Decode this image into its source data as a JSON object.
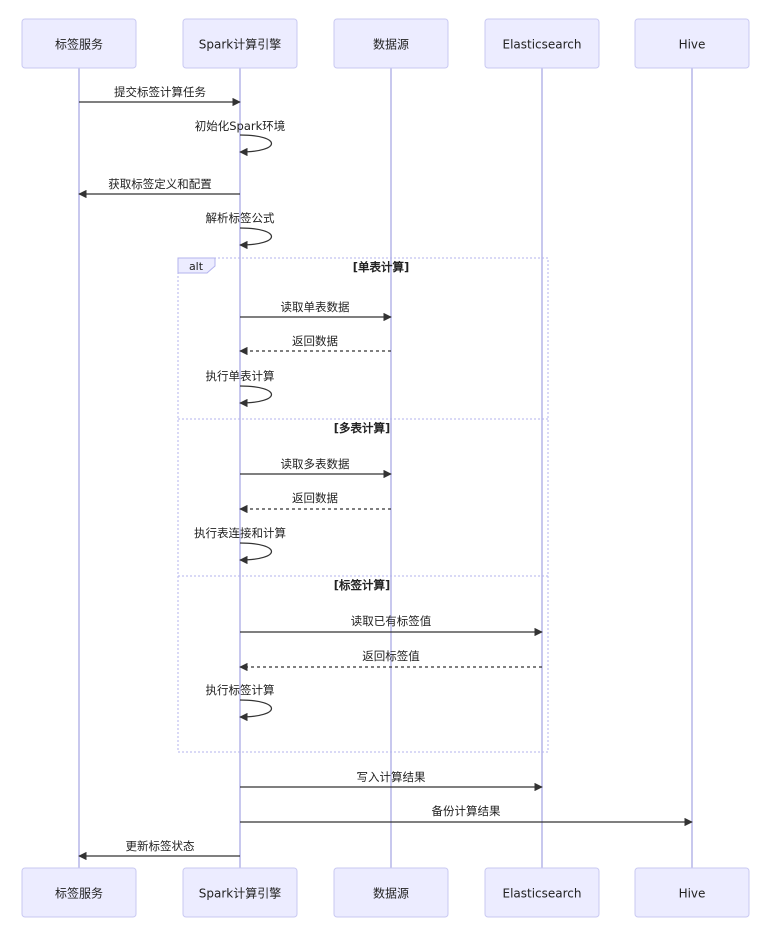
{
  "participants": [
    {
      "id": "tag_service",
      "label": "标签服务"
    },
    {
      "id": "spark",
      "label": "Spark计算引擎"
    },
    {
      "id": "datasource",
      "label": "数据源"
    },
    {
      "id": "es",
      "label": "Elasticsearch"
    },
    {
      "id": "hive",
      "label": "Hive"
    }
  ],
  "messages": [
    {
      "from": "tag_service",
      "to": "spark",
      "label": "提交标签计算任务",
      "style": "solid"
    },
    {
      "from": "spark",
      "to": "spark",
      "label": "初始化Spark环境",
      "style": "solid"
    },
    {
      "from": "spark",
      "to": "tag_service",
      "label": "获取标签定义和配置",
      "style": "solid"
    },
    {
      "from": "spark",
      "to": "spark",
      "label": "解析标签公式",
      "style": "solid"
    },
    {
      "from": "spark",
      "to": "datasource",
      "label": "读取单表数据",
      "style": "solid"
    },
    {
      "from": "datasource",
      "to": "spark",
      "label": "返回数据",
      "style": "dotted"
    },
    {
      "from": "spark",
      "to": "spark",
      "label": "执行单表计算",
      "style": "solid"
    },
    {
      "from": "spark",
      "to": "datasource",
      "label": "读取多表数据",
      "style": "solid"
    },
    {
      "from": "datasource",
      "to": "spark",
      "label": "返回数据",
      "style": "dotted"
    },
    {
      "from": "spark",
      "to": "spark",
      "label": "执行表连接和计算",
      "style": "solid"
    },
    {
      "from": "spark",
      "to": "es",
      "label": "读取已有标签值",
      "style": "solid"
    },
    {
      "from": "es",
      "to": "spark",
      "label": "返回标签值",
      "style": "dotted"
    },
    {
      "from": "spark",
      "to": "spark",
      "label": "执行标签计算",
      "style": "solid"
    },
    {
      "from": "spark",
      "to": "es",
      "label": "写入计算结果",
      "style": "solid"
    },
    {
      "from": "spark",
      "to": "hive",
      "label": "备份计算结果",
      "style": "solid"
    },
    {
      "from": "spark",
      "to": "tag_service",
      "label": "更新标签状态",
      "style": "solid"
    }
  ],
  "alt_frame": {
    "keyword": "alt",
    "sections": [
      "[单表计算]",
      "[多表计算]",
      "[标签计算]"
    ]
  }
}
